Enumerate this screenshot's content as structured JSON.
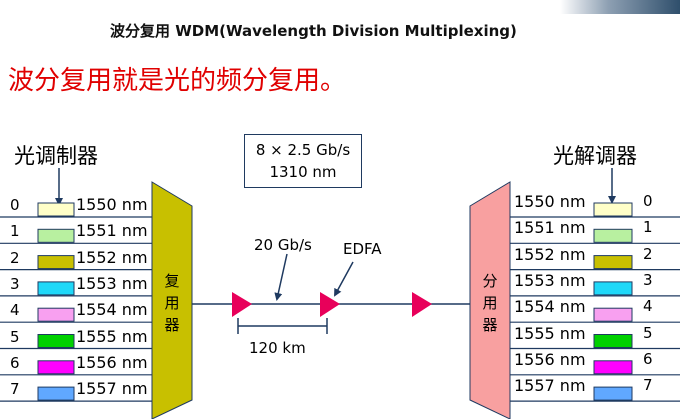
{
  "header": {
    "title": "波分复用 WDM(Wavelength Division Multiplexing)"
  },
  "main_title": "波分复用就是光的频分复用。",
  "modulator": {
    "label": "光调制器"
  },
  "demodulator": {
    "label": "光解调器"
  },
  "spec_box": {
    "line1": "8 × 2.5 Gb/s",
    "line2": "1310 nm"
  },
  "multiplexer": {
    "chars": [
      "复",
      "用",
      "器"
    ]
  },
  "demultiplexer": {
    "chars": [
      "分",
      "用",
      "器"
    ]
  },
  "link": {
    "rate_label": "20 Gb/s",
    "amp_label": "EDFA",
    "distance_label": "120 km"
  },
  "channels": [
    {
      "index": "0",
      "wavelength": "1550 nm",
      "color": "#ffffc8"
    },
    {
      "index": "1",
      "wavelength": "1551 nm",
      "color": "#b8f0a0"
    },
    {
      "index": "2",
      "wavelength": "1552 nm",
      "color": "#c8c000"
    },
    {
      "index": "3",
      "wavelength": "1553 nm",
      "color": "#20d8f8"
    },
    {
      "index": "4",
      "wavelength": "1554 nm",
      "color": "#f8a0f0"
    },
    {
      "index": "5",
      "wavelength": "1555 nm",
      "color": "#00d000"
    },
    {
      "index": "6",
      "wavelength": "1556 nm",
      "color": "#ff00ff"
    },
    {
      "index": "7",
      "wavelength": "1557 nm",
      "color": "#60a8ff"
    }
  ],
  "colors": {
    "mux_fill": "#c8c000",
    "demux_fill": "#f8a0a0",
    "amplifier": "#e8005a",
    "line": "#1f3a60"
  }
}
